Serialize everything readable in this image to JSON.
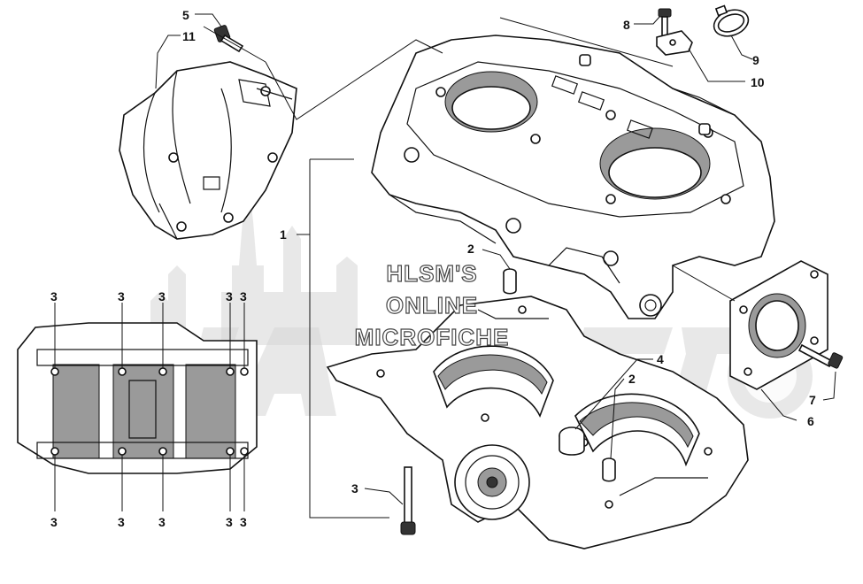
{
  "watermark": {
    "lines": [
      "HLSM'S",
      "ONLINE",
      "MICROFICHE"
    ],
    "color": "#444444"
  },
  "callouts": {
    "c1": "1",
    "c2a": "2",
    "c2b": "2",
    "c3_top": [
      "3",
      "3",
      "3",
      "3",
      "3"
    ],
    "c3_bottom": [
      "3",
      "3",
      "3",
      "3",
      "3"
    ],
    "c3_bolt": "3",
    "c4": "4",
    "c5": "5",
    "c6": "6",
    "c7": "7",
    "c8": "8",
    "c9": "9",
    "c10": "10",
    "c11": "11"
  }
}
